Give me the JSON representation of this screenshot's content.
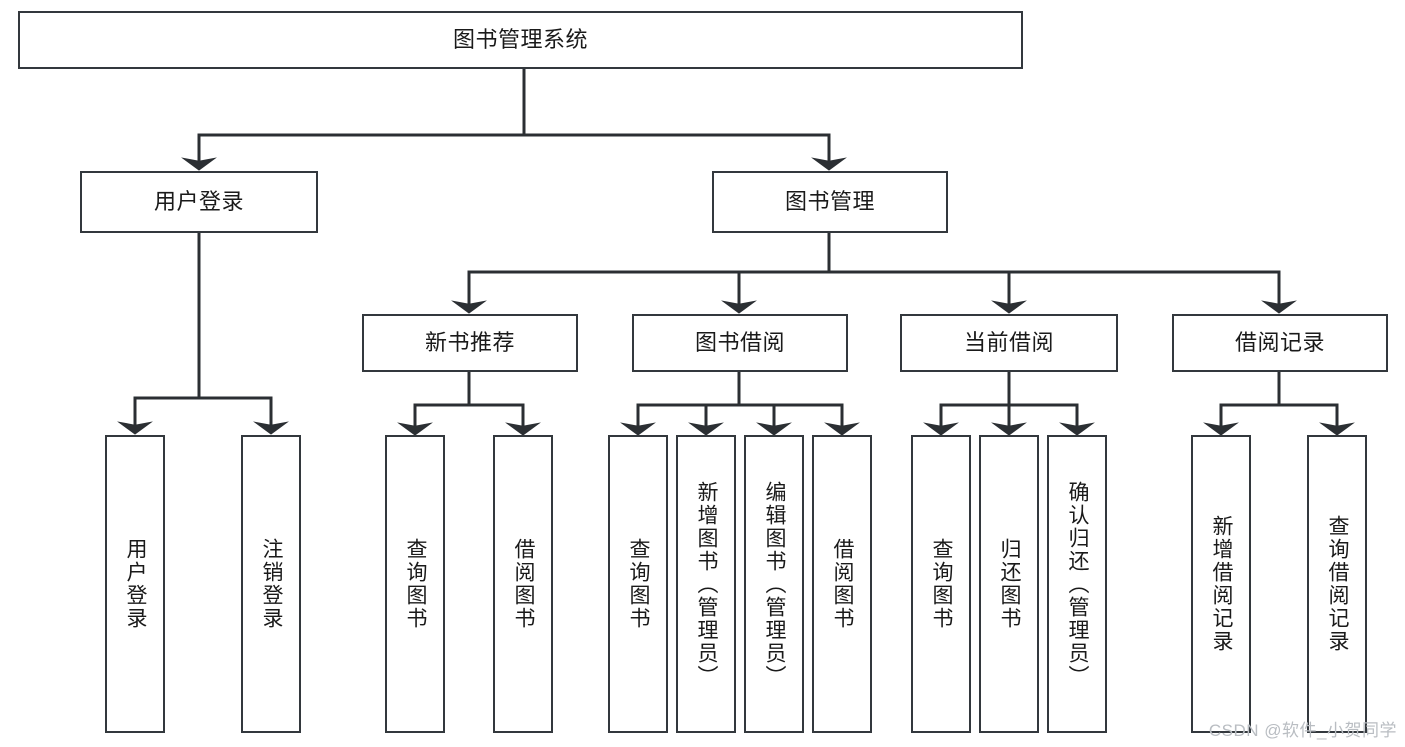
{
  "diagram": {
    "type": "tree",
    "title": "图书管理系统",
    "watermark": "CSDN @软件_小贺同学",
    "colors": {
      "box_border": "#33383d",
      "box_fill": "#ffffff",
      "connector": "#2b2f33",
      "text": "#1a1a1a",
      "watermark": "#b9bdc2"
    },
    "nodes": {
      "root": {
        "label": "图书管理系统",
        "level": 1,
        "orientation": "horizontal"
      },
      "user_login": {
        "label": "用户登录",
        "level": 2,
        "orientation": "horizontal"
      },
      "book_manage": {
        "label": "图书管理",
        "level": 2,
        "orientation": "horizontal"
      },
      "new_book_rec": {
        "label": "新书推荐",
        "level": 3,
        "orientation": "horizontal"
      },
      "book_borrow": {
        "label": "图书借阅",
        "level": 3,
        "orientation": "horizontal"
      },
      "current_borrow": {
        "label": "当前借阅",
        "level": 3,
        "orientation": "horizontal"
      },
      "borrow_record": {
        "label": "借阅记录",
        "level": 3,
        "orientation": "horizontal"
      },
      "leaf_user_login": {
        "label": "用户登录",
        "level": 4,
        "orientation": "vertical"
      },
      "leaf_logout": {
        "label": "注销登录",
        "level": 4,
        "orientation": "vertical"
      },
      "leaf_query_book_1": {
        "label": "查询图书",
        "level": 4,
        "orientation": "vertical"
      },
      "leaf_borrow_book_1": {
        "label": "借阅图书",
        "level": 4,
        "orientation": "vertical"
      },
      "leaf_query_book_2": {
        "label": "查询图书",
        "level": 4,
        "orientation": "vertical"
      },
      "leaf_add_book": {
        "label": "新增图书（管理员）",
        "level": 4,
        "orientation": "vertical"
      },
      "leaf_edit_book": {
        "label": "编辑图书（管理员）",
        "level": 4,
        "orientation": "vertical"
      },
      "leaf_borrow_book_2": {
        "label": "借阅图书",
        "level": 4,
        "orientation": "vertical"
      },
      "leaf_query_book_3": {
        "label": "查询图书",
        "level": 4,
        "orientation": "vertical"
      },
      "leaf_return_book": {
        "label": "归还图书",
        "level": 4,
        "orientation": "vertical"
      },
      "leaf_confirm_return": {
        "label": "确认归还（管理员）",
        "level": 4,
        "orientation": "vertical"
      },
      "leaf_add_record": {
        "label": "新增借阅记录",
        "level": 4,
        "orientation": "vertical"
      },
      "leaf_query_record": {
        "label": "查询借阅记录",
        "level": 4,
        "orientation": "vertical"
      }
    },
    "edges": [
      {
        "from": "root",
        "to": "user_login"
      },
      {
        "from": "root",
        "to": "book_manage"
      },
      {
        "from": "user_login",
        "to": "leaf_user_login"
      },
      {
        "from": "user_login",
        "to": "leaf_logout"
      },
      {
        "from": "book_manage",
        "to": "new_book_rec"
      },
      {
        "from": "book_manage",
        "to": "book_borrow"
      },
      {
        "from": "book_manage",
        "to": "current_borrow"
      },
      {
        "from": "book_manage",
        "to": "borrow_record"
      },
      {
        "from": "new_book_rec",
        "to": "leaf_query_book_1"
      },
      {
        "from": "new_book_rec",
        "to": "leaf_borrow_book_1"
      },
      {
        "from": "book_borrow",
        "to": "leaf_query_book_2"
      },
      {
        "from": "book_borrow",
        "to": "leaf_add_book"
      },
      {
        "from": "book_borrow",
        "to": "leaf_edit_book"
      },
      {
        "from": "book_borrow",
        "to": "leaf_borrow_book_2"
      },
      {
        "from": "current_borrow",
        "to": "leaf_query_book_3"
      },
      {
        "from": "current_borrow",
        "to": "leaf_return_book"
      },
      {
        "from": "current_borrow",
        "to": "leaf_confirm_return"
      },
      {
        "from": "borrow_record",
        "to": "leaf_add_record"
      },
      {
        "from": "borrow_record",
        "to": "leaf_query_record"
      }
    ]
  }
}
